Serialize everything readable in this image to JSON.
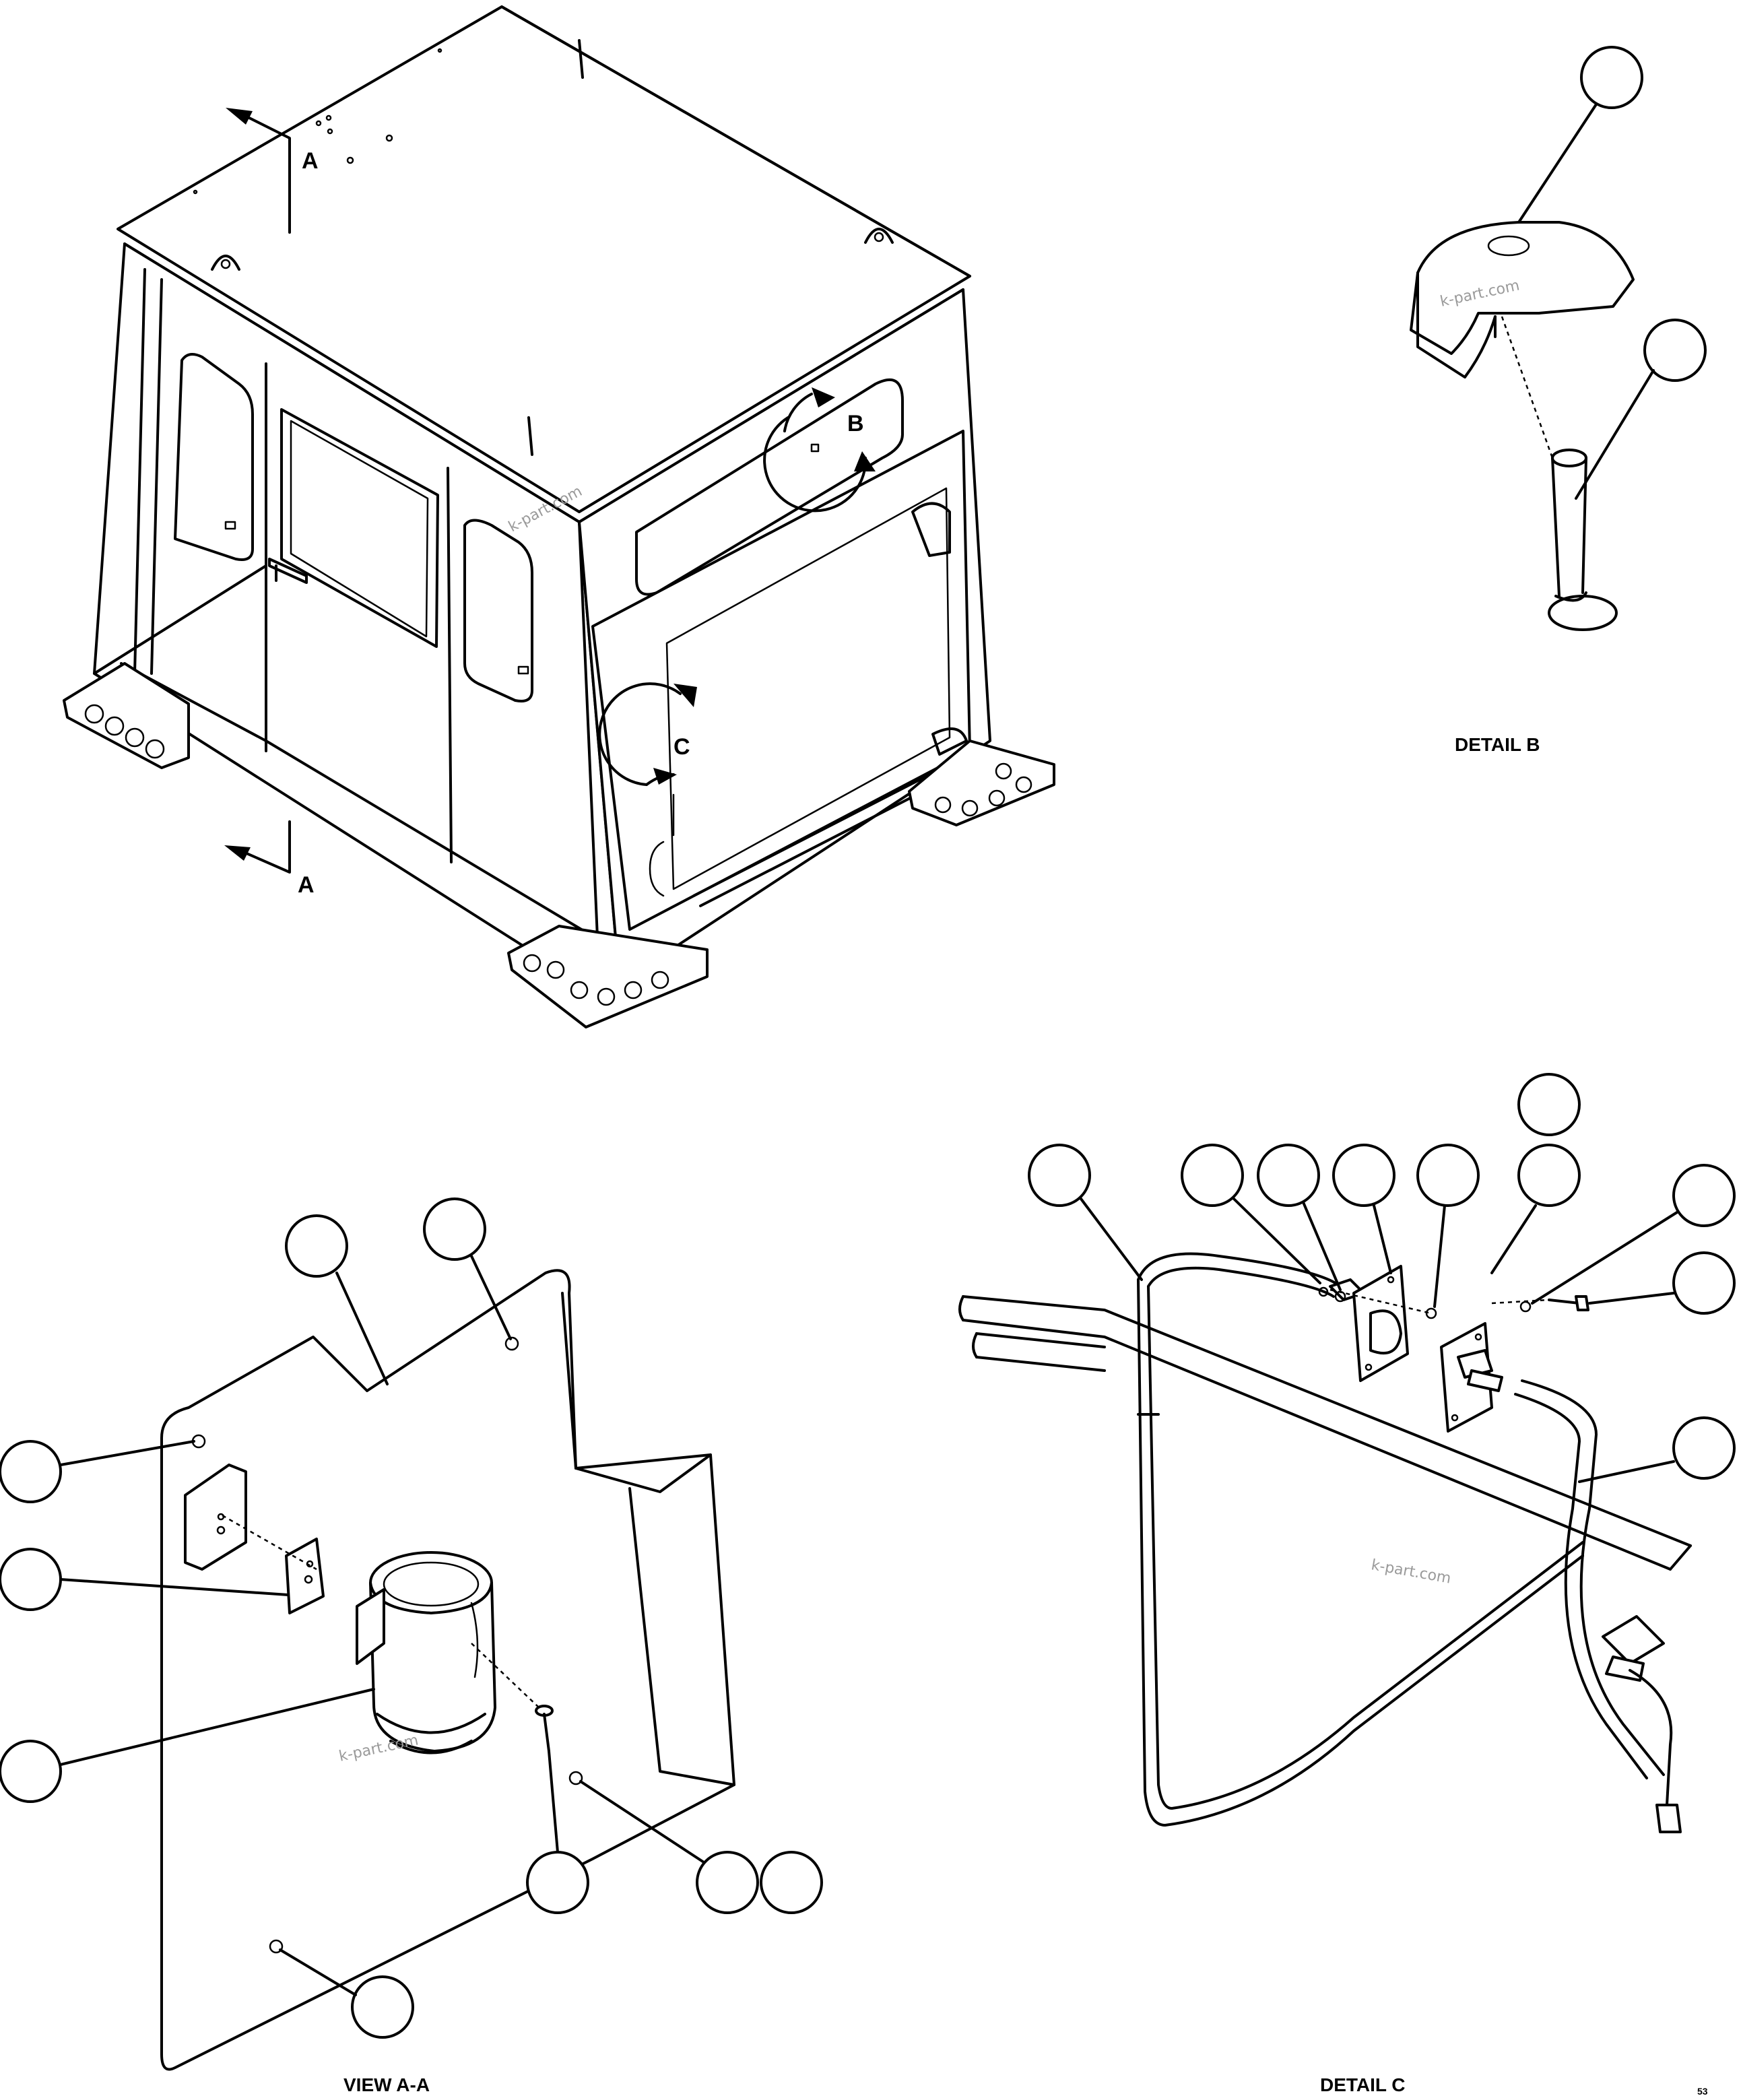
{
  "diagram": {
    "section_marker": "A",
    "detail_b_marker": "B",
    "detail_c_marker": "C",
    "captions": {
      "detail_b": "DETAIL B",
      "view_aa": "VIEW A-A",
      "detail_c": "DETAIL C"
    },
    "watermark": "k-part.com",
    "corner_code": "53"
  }
}
